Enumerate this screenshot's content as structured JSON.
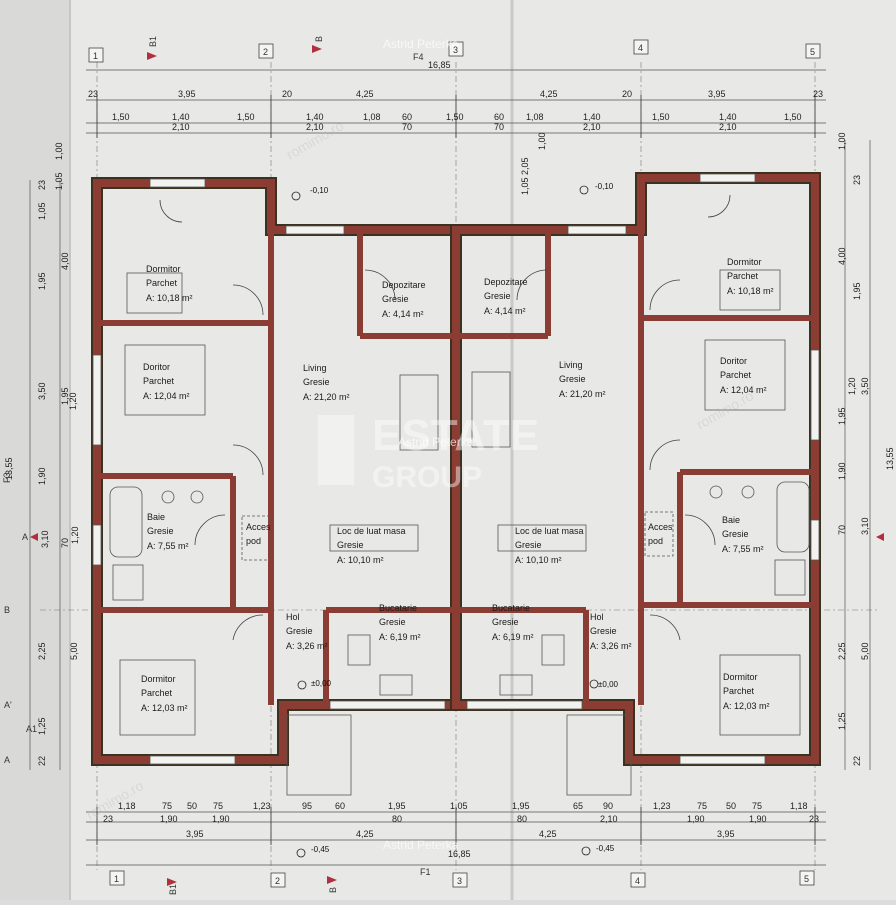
{
  "watermarks": {
    "top": "Astrid Peterka",
    "center": "Astrid Peterka",
    "bottom": "Astrid Peterka",
    "logo_line1": "ESTATE",
    "logo_line2": "GROUP",
    "site": "romimo.ro"
  },
  "axes": {
    "vertical": [
      "1",
      "2",
      "3",
      "4",
      "5"
    ],
    "section_top": [
      "B1",
      "B",
      "F4"
    ],
    "section_bottom": [
      "B1",
      "B",
      "F1"
    ],
    "side_left": [
      "F3",
      "A",
      "B",
      "A'",
      "A1",
      "A"
    ]
  },
  "levels": {
    "upper_left": "-0,10",
    "upper_right": "-0,10",
    "hall_left": "±0,00",
    "hall_right": "±0,00",
    "outside_left": "-0,45",
    "outside_right": "-0,45"
  },
  "top_dims": {
    "total": "16,85",
    "row1": [
      "23",
      "3,95",
      "20",
      "4,25",
      "4,25",
      "20",
      "3,95",
      "23"
    ],
    "row2": [
      "1,50",
      "1,40",
      "1,50",
      "1,40",
      "1,08",
      "60",
      "1,50",
      "60",
      "1,08",
      "1,40",
      "1,50",
      "1,40",
      "1,50"
    ],
    "row3": [
      "2,10",
      "2,10",
      "70",
      "70",
      "2,10",
      "2,10"
    ]
  },
  "bottom_dims": {
    "total": "16,85",
    "row1": [
      "1,18",
      "75",
      "50",
      "75",
      "1,23",
      "95",
      "60",
      "1,95",
      "1,05",
      "1,95",
      "65",
      "90",
      "1,23",
      "75",
      "50",
      "75",
      "1,18"
    ],
    "row2": [
      "23",
      "1,90",
      "1,90",
      "80",
      "80",
      "2,10",
      "1,90",
      "1,90",
      "23"
    ],
    "row3": [
      "3,95",
      "4,25",
      "4,25",
      "3,95"
    ]
  },
  "left_dims": [
    "23",
    "1,05",
    "1,95",
    "4,00",
    "3,50",
    "1,95",
    "1,20",
    "13,55",
    "1,90",
    "70",
    "1,20",
    "3,10",
    "2,25",
    "5,00",
    "1,25",
    "22"
  ],
  "right_dims": [
    "1,00",
    "23",
    "4,00",
    "1,95",
    "3,50",
    "1,20",
    "1,95",
    "13,55",
    "1,90",
    "70",
    "3,10",
    "2,25",
    "5,00",
    "1,25",
    "22"
  ],
  "inner_dims": {
    "left": [
      "2,05",
      "1,05",
      "1,00"
    ],
    "right": [
      "1,00",
      "1,05"
    ]
  },
  "rooms": [
    {
      "name": "Dormitor",
      "floor": "Parchet",
      "area": "A: 10,18 m²"
    },
    {
      "name": "Doritor",
      "floor": "Parchet",
      "area": "A: 12,04 m²"
    },
    {
      "name": "Baie",
      "floor": "Gresie",
      "area": "A: 7,55 m²"
    },
    {
      "name": "Dormitor",
      "floor": "Parchet",
      "area": "A: 12,03 m²"
    },
    {
      "name": "Depozitare",
      "floor": "Gresie",
      "area": "A: 4,14 m²"
    },
    {
      "name": "Living",
      "floor": "Gresie",
      "area": "A: 21,20 m²"
    },
    {
      "name": "Loc de luat masa",
      "floor": "Gresie",
      "area": "A: 10,10 m²"
    },
    {
      "name": "Hol",
      "floor": "Gresie",
      "area": "A: 3,26 m²"
    },
    {
      "name": "Bucatarie",
      "floor": "Gresie",
      "area": "A: 6,19 m²"
    },
    {
      "name": "Acces",
      "floor": "pod",
      "area": ""
    },
    {
      "name": "Depozitare",
      "floor": "Gresie",
      "area": "A: 4,14 m²"
    },
    {
      "name": "Living",
      "floor": "Gresie",
      "area": "A: 21,20 m²"
    },
    {
      "name": "Loc de luat masa",
      "floor": "Gresie",
      "area": "A: 10,10 m²"
    },
    {
      "name": "Bucatarie",
      "floor": "Gresie",
      "area": "A: 6,19 m²"
    },
    {
      "name": "Hol",
      "floor": "Gresie",
      "area": "A: 3,26 m²"
    },
    {
      "name": "Acces",
      "floor": "pod",
      "area": ""
    },
    {
      "name": "Dormitor",
      "floor": "Parchet",
      "area": "A: 10,18 m²"
    },
    {
      "name": "Doritor",
      "floor": "Parchet",
      "area": "A: 12,04 m²"
    },
    {
      "name": "Baie",
      "floor": "Gresie",
      "area": "A: 7,55 m²"
    },
    {
      "name": "Dormitor",
      "floor": "Parchet",
      "area": "A: 12,03 m²"
    }
  ],
  "colors": {
    "paper": "#e9e9e7",
    "wall": "#8b3d33",
    "wall_dark": "#3b3120",
    "line": "#333333",
    "dim_line": "#555555"
  }
}
